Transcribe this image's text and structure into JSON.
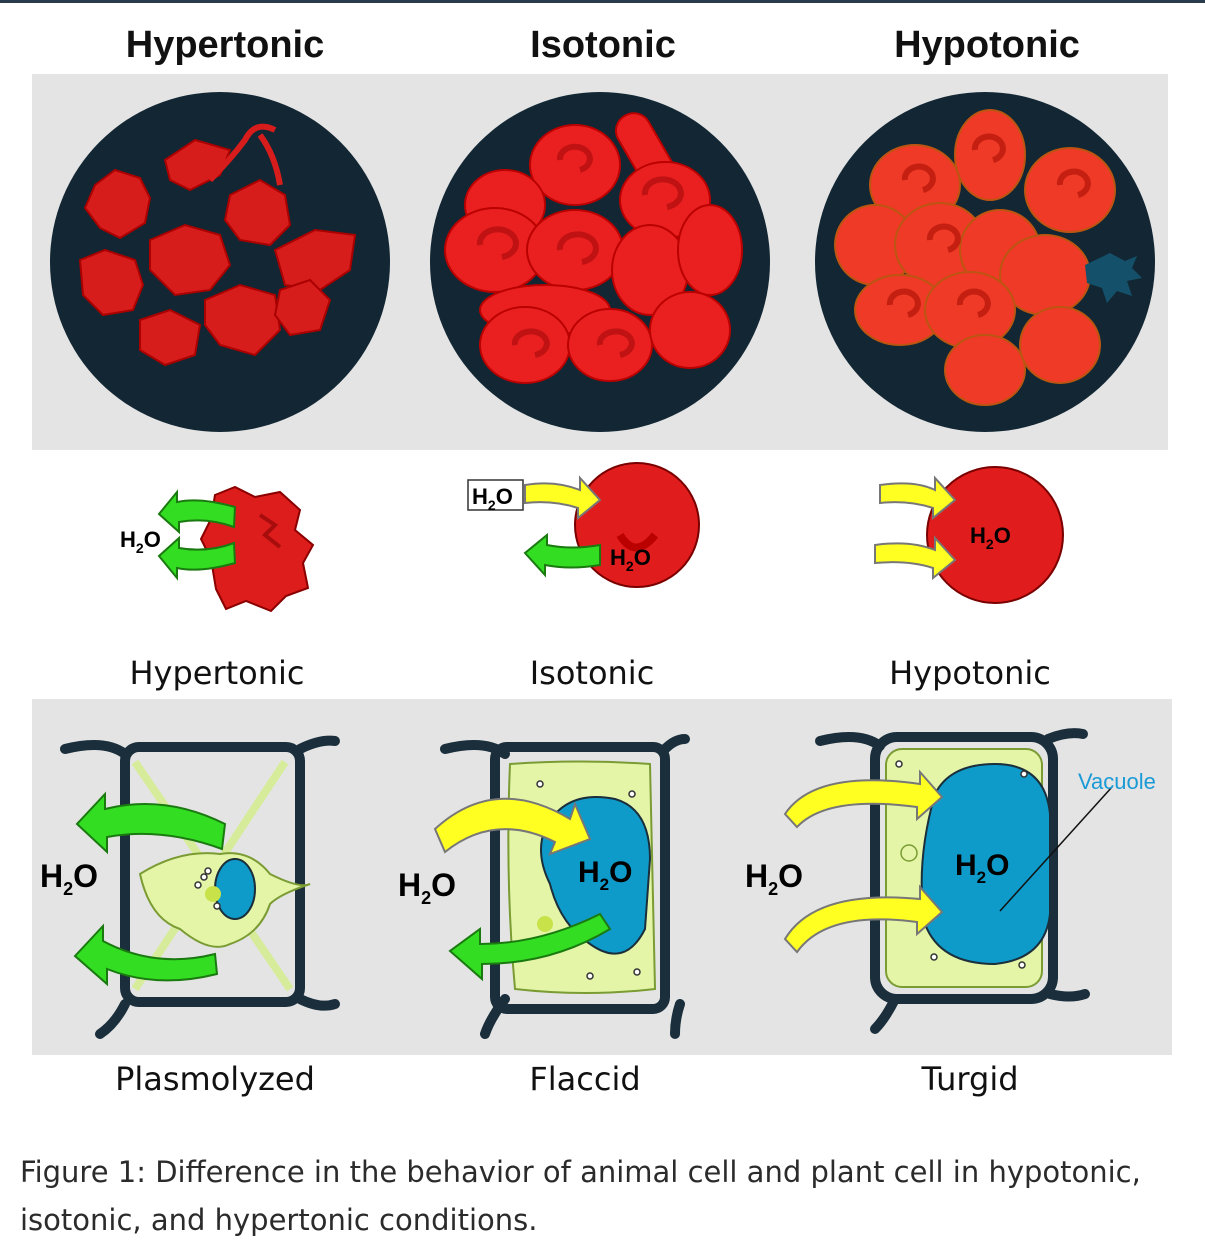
{
  "titles": {
    "hypertonic": "Hypertonic",
    "isotonic": "Isotonic",
    "hypotonic": "Hypotonic"
  },
  "plant_titles": {
    "hypertonic": "Hypertonic",
    "isotonic": "Isotonic",
    "hypotonic": "Hypotonic"
  },
  "water_label": "H",
  "water_sub": "2",
  "water_tail": "O",
  "vacuole_label": "Vacuole",
  "states": {
    "plasmolyzed": "Plasmolyzed",
    "flaccid": "Flaccid",
    "turgid": "Turgid"
  },
  "caption": "Figure 1: Difference in the behavior of animal cell and plant cell in hypotonic, isotonic, and hypertonic conditions.",
  "colors": {
    "blood_red": "#e01c1c",
    "circle_bg": "#122633",
    "arrow_green": "#33dd22",
    "arrow_yellow": "#ffff22",
    "cytoplasm": "#e4f5a8",
    "vacuole": "#0e9bc9",
    "cell_wall": "#1a2e3b"
  }
}
